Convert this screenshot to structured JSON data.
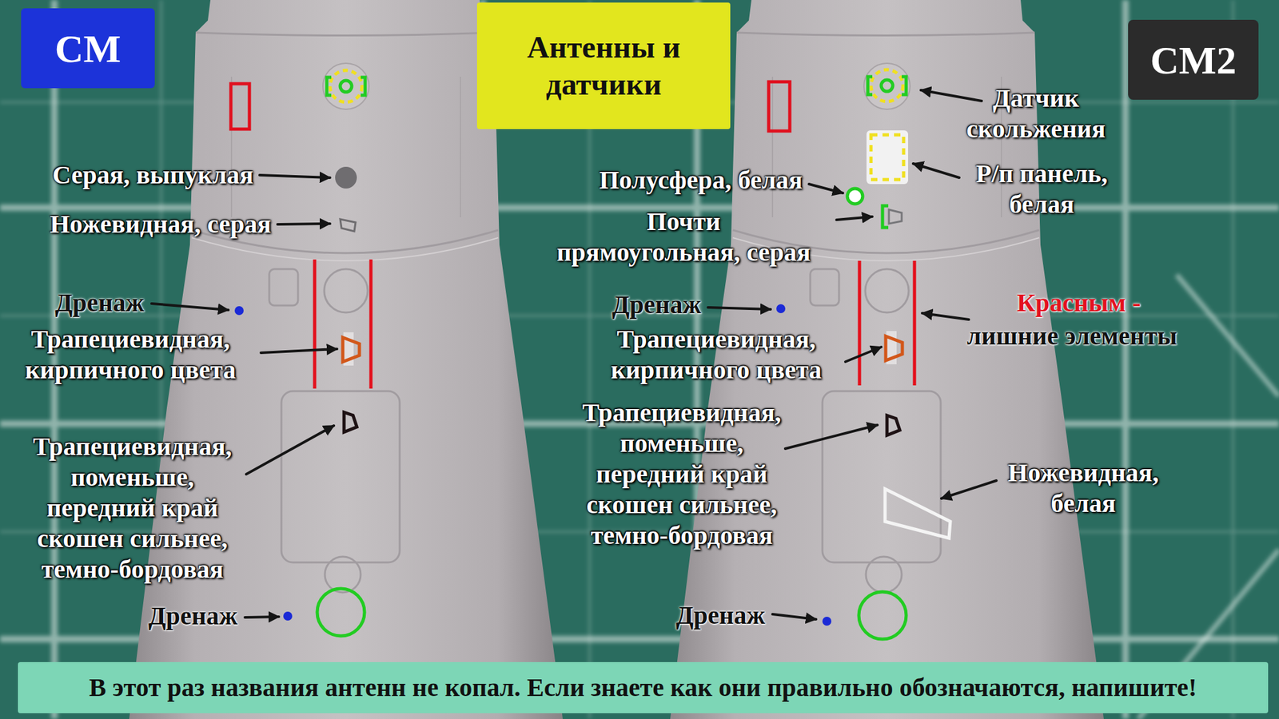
{
  "diagram": {
    "title": "Антенны и датчики",
    "caption": "В этот раз названия антенн не копал. Если знаете как они правильно обозначаются, напишите!",
    "nodes": [
      {
        "text": [
          "СМ"
        ]
      },
      {
        "text": [
          "СМ2"
        ]
      }
    ],
    "labels": [
      "Серая, выпуклая",
      "Ножевидная, серая",
      "Дренаж",
      "Трапециевидная, кирпичного цвета",
      "Трапециевидная, поменьше, передний край скошен сильнее, темно-бордовая",
      "Дренаж",
      "Датчик скольжения",
      "Р/п панель, белая",
      "Полусфера, белая",
      "Почти прямоугольная, серая",
      "Дренаж",
      "Красным -",
      "лишние элементы",
      "Трапециевидная, кирпичного цвета",
      "Трапециевидная, поменьше, передний край скошен сильнее, темно-бордовая",
      "Ножевидная, белая",
      "Дренаж"
    ]
  }
}
